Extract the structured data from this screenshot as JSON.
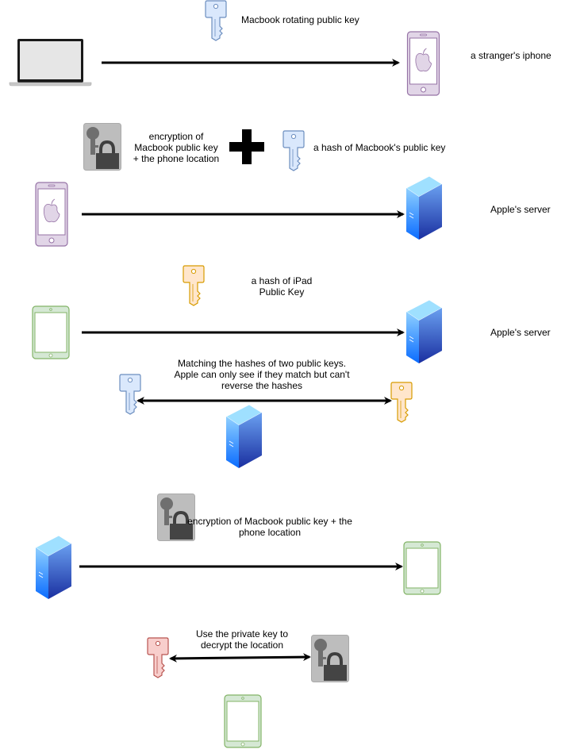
{
  "steps": [
    {
      "label": "Macbook rotating public key",
      "target_label": "a stranger's iphone"
    },
    {
      "encrypted_label": [
        "encryption of",
        "Macbook public key",
        "+ the phone location"
      ],
      "hash_label": "a hash of Macbook's public key",
      "target_label": "Apple's server"
    },
    {
      "label": [
        "a hash of iPad",
        "Public Key"
      ],
      "target_label": "Apple's server"
    },
    {
      "label": [
        "Matching the hashes of two public keys.",
        "Apple can only see if they match but can't",
        "reverse the hashes"
      ]
    },
    {
      "label": [
        "encryption of Macbook public key + the",
        "phone location"
      ]
    },
    {
      "label": [
        "Use the private key to",
        "decrypt the location"
      ]
    }
  ],
  "colors": {
    "blue_key": "#dae8fc",
    "orange_key": "#ffe6cc",
    "red_key": "#f8cecc",
    "iphone": "#e1d5e7",
    "ipad": "#d5e8d4"
  }
}
